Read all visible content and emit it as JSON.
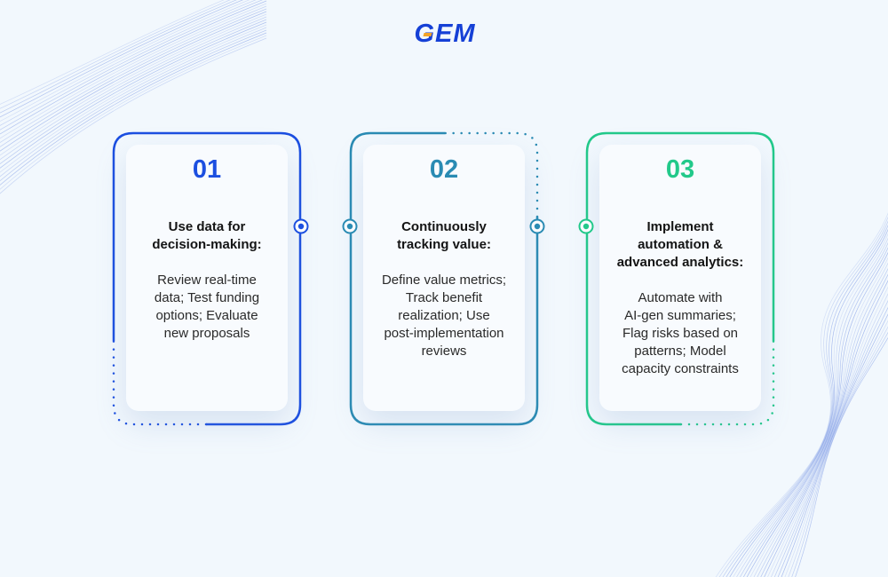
{
  "brand": {
    "logo_text": "GEM",
    "logo_color": "#1540d6",
    "logo_accent_color": "#f2a428"
  },
  "steps": [
    {
      "number": "01",
      "title": "Use data for decision-making:",
      "title_lines": [
        "Use data for",
        "decision-making:"
      ],
      "description_lines": [
        "Review real-time",
        "data; Test funding",
        "options; Evaluate",
        "new proposals"
      ],
      "color": "#1c4fe0"
    },
    {
      "number": "02",
      "title": "Continuously tracking value:",
      "title_lines": [
        "Continuously",
        "tracking value:"
      ],
      "description_lines": [
        "Define value metrics;",
        "Track benefit",
        "realization; Use",
        "post-implementation",
        "reviews"
      ],
      "color": "#2a8bb3"
    },
    {
      "number": "03",
      "title": "Implement automation & advanced analytics:",
      "title_lines": [
        "Implement",
        "automation &",
        "advanced analytics:"
      ],
      "description_lines": [
        "Automate with",
        "AI-gen summaries;",
        "Flag risks based on",
        "patterns; Model",
        "capacity constraints"
      ],
      "color": "#22c98a"
    }
  ]
}
